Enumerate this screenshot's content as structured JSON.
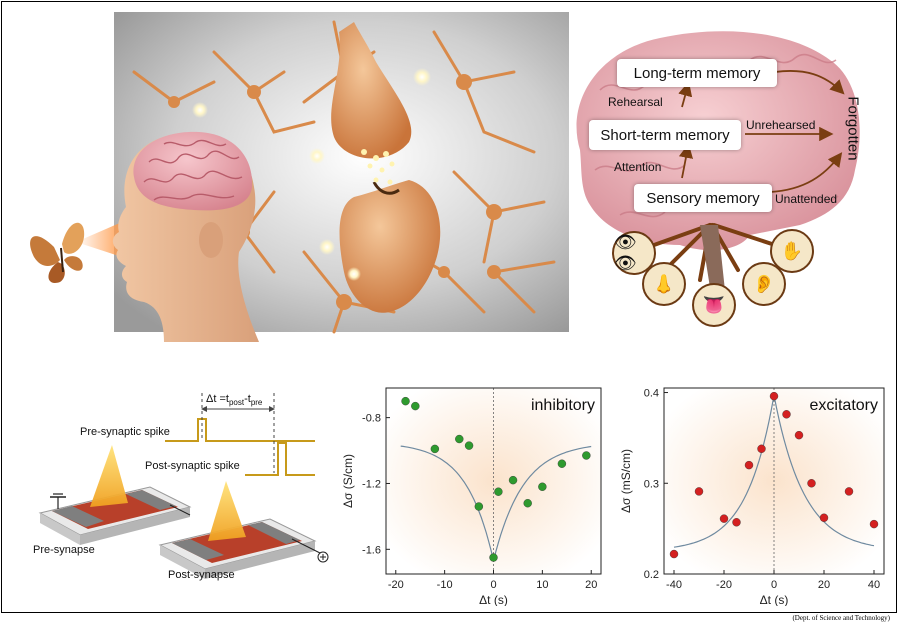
{
  "memory": {
    "long_term": "Long-term memory",
    "short_term": "Short-term memory",
    "sensory": "Sensory memory",
    "rehearsal": "Rehearsal",
    "attention": "Attention",
    "unrehearsed": "Unrehearsed",
    "unattended": "Unattended",
    "forgotten": "Forgotten"
  },
  "synapse": {
    "delta_t_label": "Δt =t",
    "post": "post",
    "dash": "-t",
    "pre": "pre",
    "pre_spike": "Pre-synaptic  spike",
    "post_spike": "Post-synaptic  spike",
    "pre_synapse": "Pre-synapse",
    "post_synapse": "Post-synapse"
  },
  "credit": "(Dept. of Science and Technology)",
  "colors": {
    "brain_pink": "#e8b4b8",
    "neuron_orange": "#d98a4a",
    "arrow_brown": "#7a3e12",
    "point_green": "#2e9a2e",
    "point_red": "#d42020",
    "fit_line": "#6f8aa0"
  },
  "chart_data": [
    {
      "type": "scatter",
      "title": "inhibitory",
      "xlabel": "Δt (s)",
      "ylabel": "Δσ (S/cm)",
      "xlim": [
        -22,
        22
      ],
      "ylim": [
        -1.75,
        -0.62
      ],
      "xticks": [
        "-20",
        "-10",
        "0",
        "10",
        "20"
      ],
      "xtick_values": [
        -20,
        -10,
        0,
        10,
        20
      ],
      "yticks": [
        "-0.8",
        "-1.2",
        "-1.6"
      ],
      "ytick_values": [
        -0.8,
        -1.2,
        -1.6
      ],
      "x": [
        -18,
        -16,
        -12,
        -7,
        -5,
        -3,
        0,
        1,
        4,
        7,
        10,
        14,
        19
      ],
      "y": [
        -0.7,
        -0.73,
        -0.99,
        -0.93,
        -0.97,
        -1.34,
        -1.65,
        -1.25,
        -1.18,
        -1.32,
        -1.22,
        -1.08,
        -1.03
      ],
      "grid": false
    },
    {
      "type": "scatter",
      "title": "excitatory",
      "xlabel": "Δt (s)",
      "ylabel": "Δσ (mS/cm)",
      "xlim": [
        -44,
        44
      ],
      "ylim": [
        0.2,
        0.405
      ],
      "xticks": [
        "-40",
        "-20",
        "0",
        "20",
        "40"
      ],
      "xtick_values": [
        -40,
        -20,
        0,
        20,
        40
      ],
      "yticks": [
        "0.2",
        "0.3",
        "0.4"
      ],
      "ytick_values": [
        0.2,
        0.3,
        0.4
      ],
      "x": [
        -40,
        -30,
        -20,
        -15,
        -10,
        -5,
        0,
        5,
        10,
        15,
        20,
        30,
        40
      ],
      "y": [
        0.222,
        0.291,
        0.261,
        0.257,
        0.32,
        0.338,
        0.396,
        0.376,
        0.353,
        0.3,
        0.262,
        0.291,
        0.255
      ],
      "grid": false
    }
  ]
}
